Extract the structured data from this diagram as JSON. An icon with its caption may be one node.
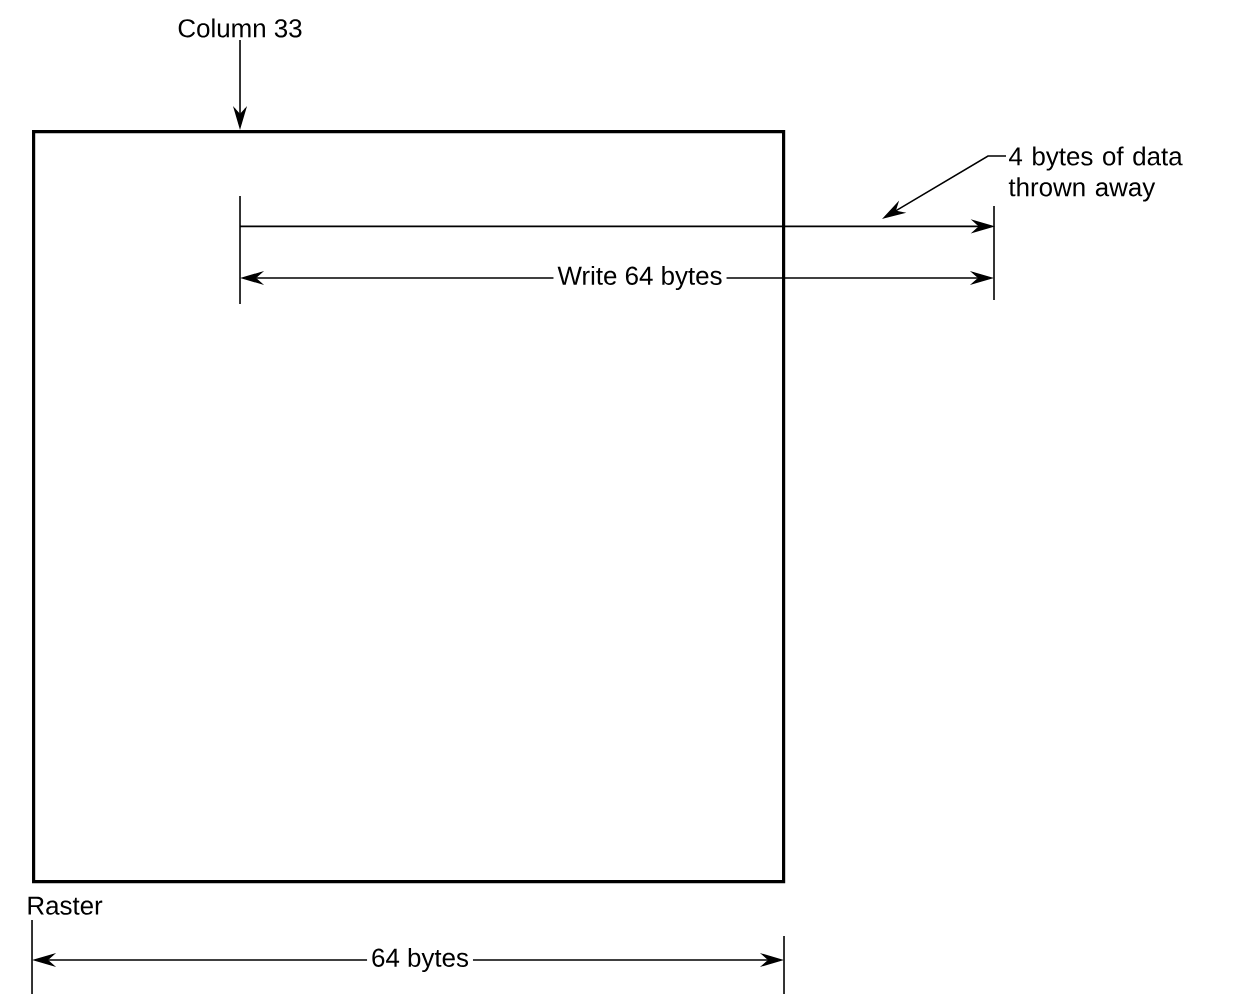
{
  "diagram": {
    "nodes": [
      {
        "text": [],
        "shape": "box",
        "beside": [
          "Raster"
        ]
      },
      {
        "text": [
          "Column 33"
        ]
      },
      {
        "text": [
          "4 bytes of data thrown away"
        ]
      },
      {
        "text": [],
        "shape": "arrow"
      }
    ],
    "edges": [
      {
        "from": 1,
        "to": 0,
        "arrow": "to"
      },
      {
        "from": 2,
        "to": 3,
        "arrow": "to"
      }
    ],
    "labels": [
      "Write 64 bytes",
      "64 bytes"
    ]
  }
}
